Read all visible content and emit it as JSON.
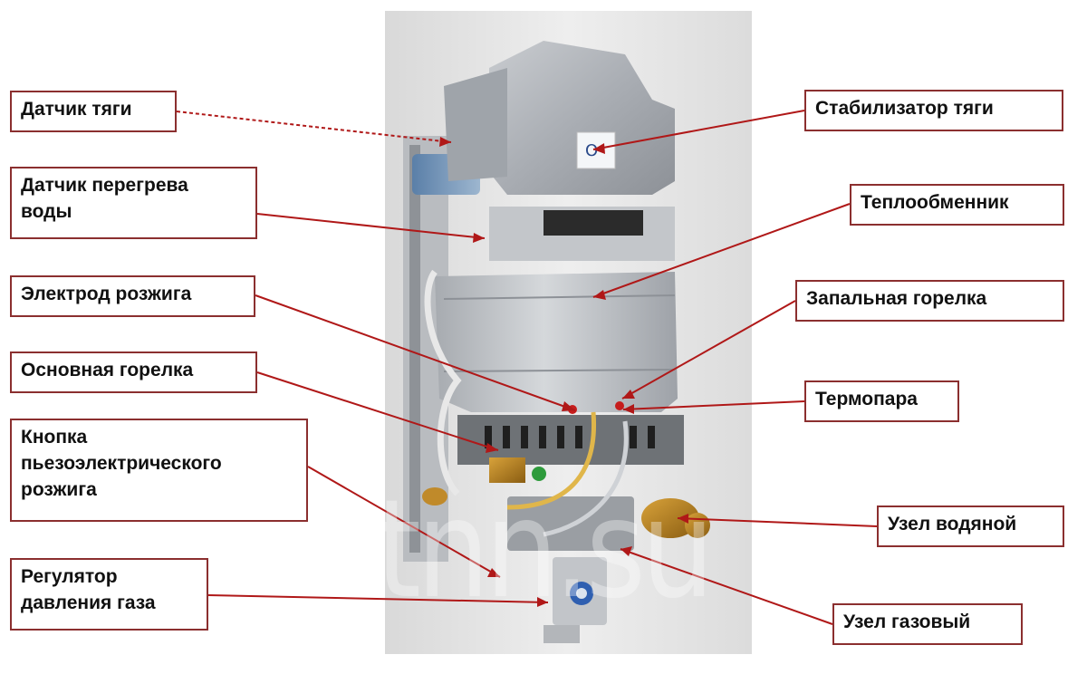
{
  "labels": {
    "draft_sensor": "Датчик тяги",
    "overheat_sensor_line1": "Датчик перегрева",
    "overheat_sensor_line2": "воды",
    "ignition_electrode": "Электрод розжига",
    "main_burner": "Основная горелка",
    "piezo_button_line1": "Кнопка",
    "piezo_button_line2": "пьезоэлектрического",
    "piezo_button_line3": "розжига",
    "gas_regulator_line1": "Регулятор",
    "gas_regulator_line2": "давления газа",
    "draft_stabilizer": "Стабилизатор тяги",
    "heat_exchanger": "Теплообменник",
    "pilot_burner": "Запальная горелка",
    "thermocouple": "Термопара",
    "water_unit": "Узел водяной",
    "gas_unit": "Узел газовый"
  },
  "watermark": "ttnn.su",
  "colors": {
    "label_border": "#8b2f2f",
    "leader_line": "#b01818",
    "photo_background": "#e6e6e6"
  }
}
